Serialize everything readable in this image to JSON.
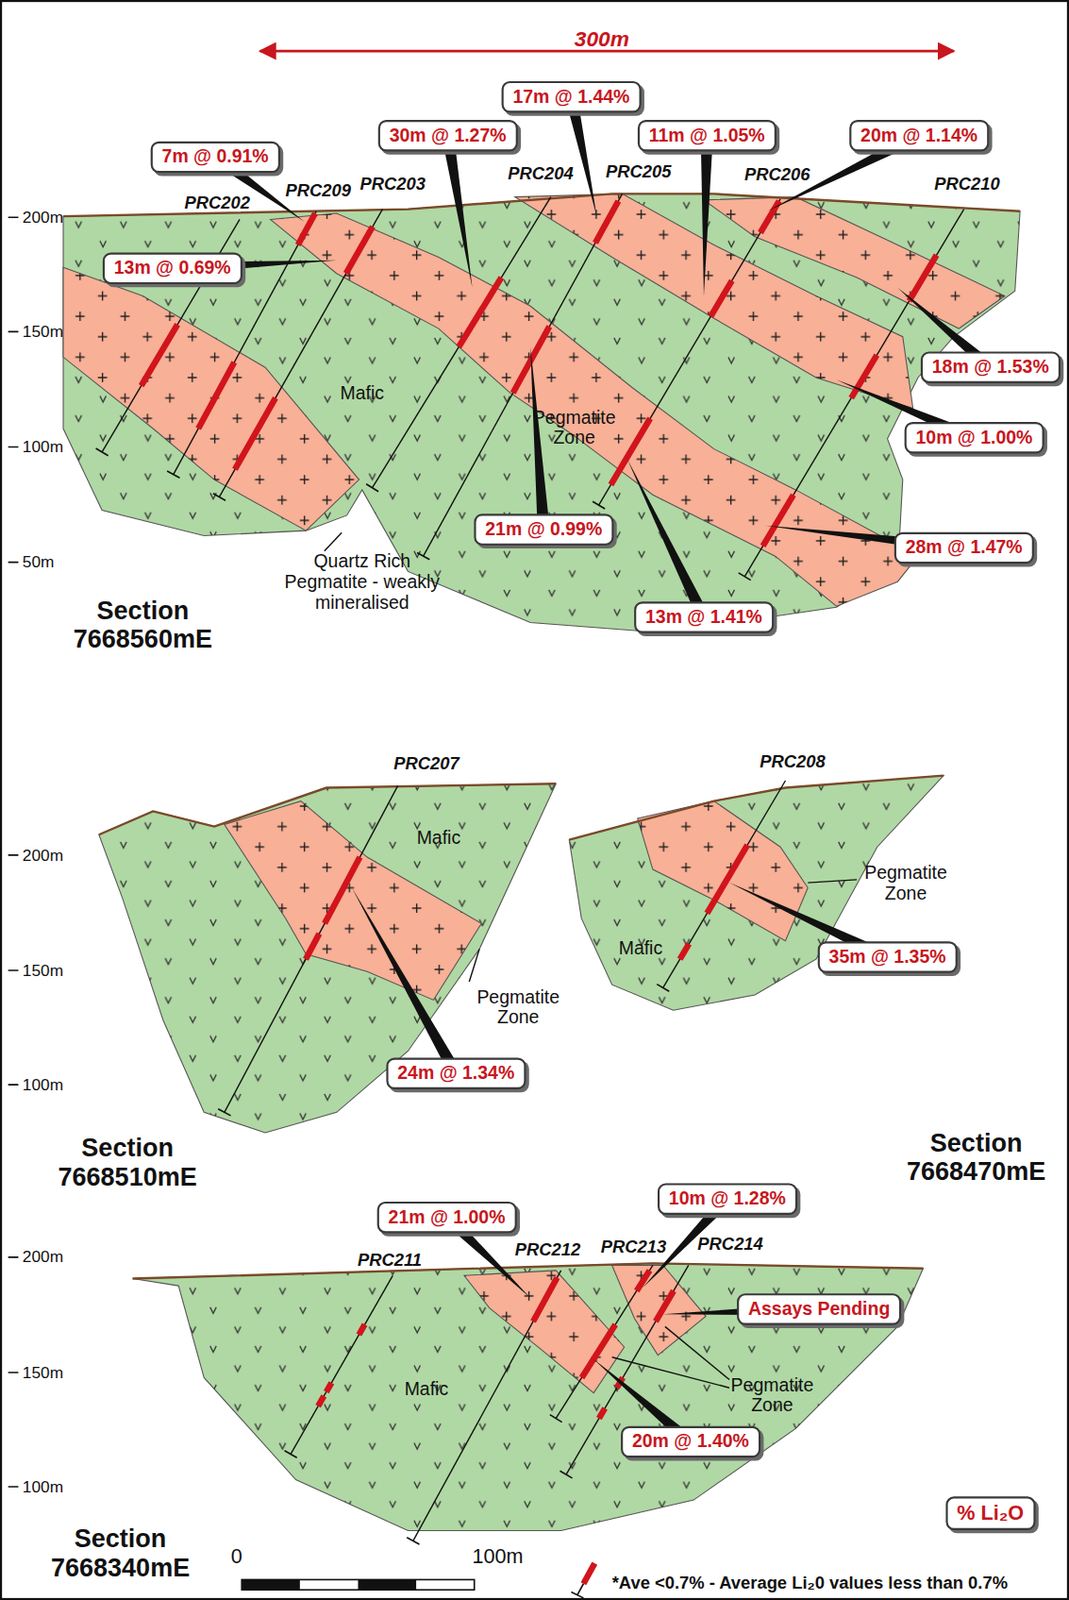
{
  "diagram": {
    "nodes": [
      {
        "text": [
          "7m @ 0.91%"
        ]
      },
      {
        "text": [
          "30m @ 1.27%"
        ]
      },
      {
        "text": [
          "17m @ 1.44%"
        ]
      },
      {
        "text": [
          "11m @ 1.05%"
        ]
      },
      {
        "text": [
          "20m @ 1.14%"
        ]
      },
      {
        "text": [
          "13m @ 0.69%"
        ]
      },
      {
        "text": [
          "18m @ 1.53%"
        ]
      },
      {
        "text": [
          "10m @ 1.00%"
        ]
      },
      {
        "text": [
          "21m @ 0.99%"
        ]
      },
      {
        "text": [
          "28m @ 1.47%"
        ]
      },
      {
        "text": [
          "13m @ 1.41%"
        ]
      },
      {
        "text": [
          "24m @ 1.34%"
        ]
      },
      {
        "text": [
          "35m @ 1.35%"
        ]
      },
      {
        "text": [
          "21m @ 1.00%"
        ]
      },
      {
        "text": [
          "10m @ 1.28%"
        ]
      },
      {
        "text": [
          "Assays Pending"
        ]
      },
      {
        "text": [
          "20m @ 1.40%"
        ]
      },
      {
        "text": [
          "% Li₂O"
        ]
      }
    ],
    "labels": [
      "300m",
      "PRC202",
      "PRC209",
      "PRC203",
      "PRC204",
      "PRC205",
      "PRC206",
      "PRC210",
      "Mafic",
      "Pegmatite Zone",
      "Quartz Rich Pegmatite - weakly mineralised",
      "200m",
      "150m",
      "100m",
      "50m",
      "Section 7668560mE",
      "PRC207",
      "PRC208",
      "Mafic",
      "Pegmatite Zone",
      "Pegmatite Zone",
      "Mafic",
      "200m",
      "150m",
      "100m",
      "Section 7668510mE",
      "Section 7668470mE",
      "PRC211",
      "PRC212",
      "PRC213",
      "PRC214",
      "Mafic",
      "Pegmatite Zone",
      "200m",
      "150m",
      "100m",
      "Section 7668340mE",
      "0",
      "100m"
    ],
    "legend": [
      {
        "text": "*Ave <0.7% - Average Li₂0 values less than 0.7%"
      }
    ]
  }
}
